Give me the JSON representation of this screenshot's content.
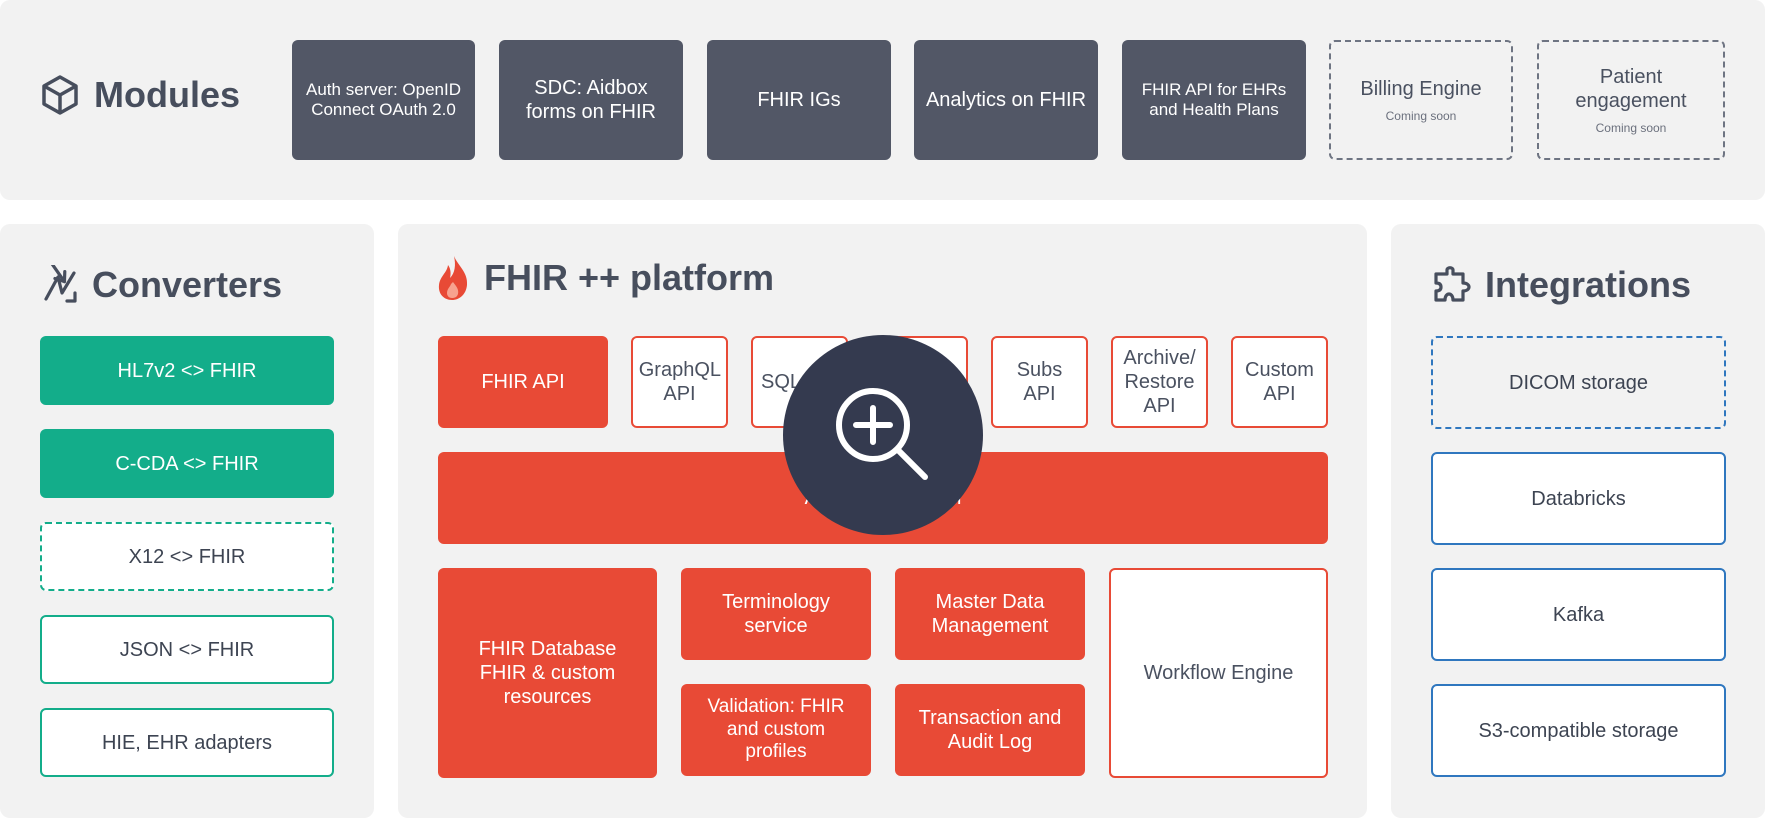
{
  "modules": {
    "heading": "Modules",
    "items": [
      {
        "label": "Auth server: OpenID Connect OAuth 2.0"
      },
      {
        "label": "SDC: Aidbox forms on FHIR"
      },
      {
        "label": "FHIR IGs"
      },
      {
        "label": "Analytics on FHIR"
      },
      {
        "label": "FHIR API for EHRs and Health Plans"
      },
      {
        "label": "Billing Engine",
        "sub": "Coming soon"
      },
      {
        "label": "Patient engagement",
        "sub": "Coming soon"
      }
    ]
  },
  "converters": {
    "heading": "Converters",
    "items": [
      {
        "label": "HL7v2 <> FHIR"
      },
      {
        "label": "C-CDA <> FHIR"
      },
      {
        "label": "X12 <> FHIR"
      },
      {
        "label": "JSON <> FHIR"
      },
      {
        "label": "HIE, EHR adapters"
      }
    ]
  },
  "platform": {
    "heading": "FHIR ++ platform",
    "apis": [
      {
        "label": "FHIR API"
      },
      {
        "label": "GraphQL API"
      },
      {
        "label": "SQL"
      },
      {
        "label": ""
      },
      {
        "label": "Subs API"
      },
      {
        "label": "Archive/ Restore API"
      },
      {
        "label": "Custom API"
      }
    ],
    "bar_label": "A                        n",
    "database": "FHIR Database FHIR & custom resources",
    "terminology": "Terminology service",
    "mdm": "Master Data Management",
    "validation": "Validation: FHIR and custom profiles",
    "transaction": "Transaction and Audit Log",
    "workflow": "Workflow Engine"
  },
  "integrations": {
    "heading": "Integrations",
    "items": [
      {
        "label": "DICOM storage"
      },
      {
        "label": "Databricks"
      },
      {
        "label": "Kafka"
      },
      {
        "label": "S3-compatible storage"
      }
    ]
  },
  "colors": {
    "red": "#e84a36",
    "green": "#13ad8a",
    "blue": "#2f77bf",
    "slate": "#525766",
    "zoom": "#343a4f"
  },
  "icons": {
    "modules": "cube-icon",
    "converters": "arrows-zigzag-icon",
    "platform": "flame-icon",
    "integrations": "puzzle-icon",
    "zoom": "zoom-in-icon"
  }
}
